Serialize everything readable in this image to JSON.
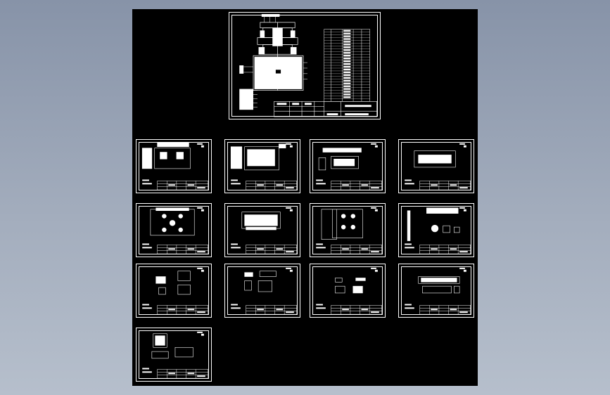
{
  "viewer": {
    "background_color": "#000000",
    "line_color": "#ffffff"
  },
  "main_sheet": {
    "title_block": {
      "cells": [
        "",
        "",
        "",
        "",
        "",
        ""
      ]
    }
  },
  "sheets": [
    {
      "id": "sheet-1"
    },
    {
      "id": "sheet-2"
    },
    {
      "id": "sheet-3"
    },
    {
      "id": "sheet-4"
    },
    {
      "id": "sheet-5"
    },
    {
      "id": "sheet-6"
    },
    {
      "id": "sheet-7"
    },
    {
      "id": "sheet-8"
    },
    {
      "id": "sheet-9"
    },
    {
      "id": "sheet-10"
    },
    {
      "id": "sheet-11"
    },
    {
      "id": "sheet-12"
    },
    {
      "id": "sheet-13"
    }
  ]
}
